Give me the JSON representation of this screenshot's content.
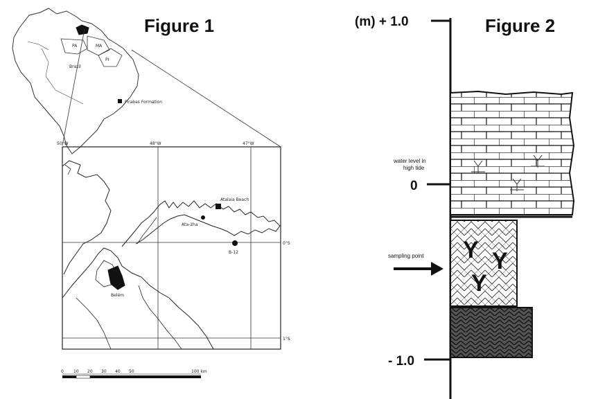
{
  "figure1": {
    "title": "Figure 1",
    "legend_label": "Pirabas Formation",
    "country_label": "Brazil",
    "state_labels": [
      "PA",
      "MA",
      "PI"
    ],
    "longitudes": [
      "50°W",
      "48°W",
      "47°W"
    ],
    "latitudes": [
      "0°S",
      "1°S"
    ],
    "places": {
      "beach": "Atalaia Beach",
      "station": "B-12",
      "city": "Belém",
      "site": "Ata-2ha"
    },
    "scale_ticks": [
      "0",
      "10",
      "20",
      "30",
      "40",
      "50",
      "100 km"
    ]
  },
  "figure2": {
    "title": "Figure 2",
    "y_top": "(m) + 1.0",
    "y_zero": "0",
    "y_bottom": "- 1.0",
    "water_level": [
      "water level in",
      "high tide"
    ],
    "sampling_point": "sampling point"
  }
}
